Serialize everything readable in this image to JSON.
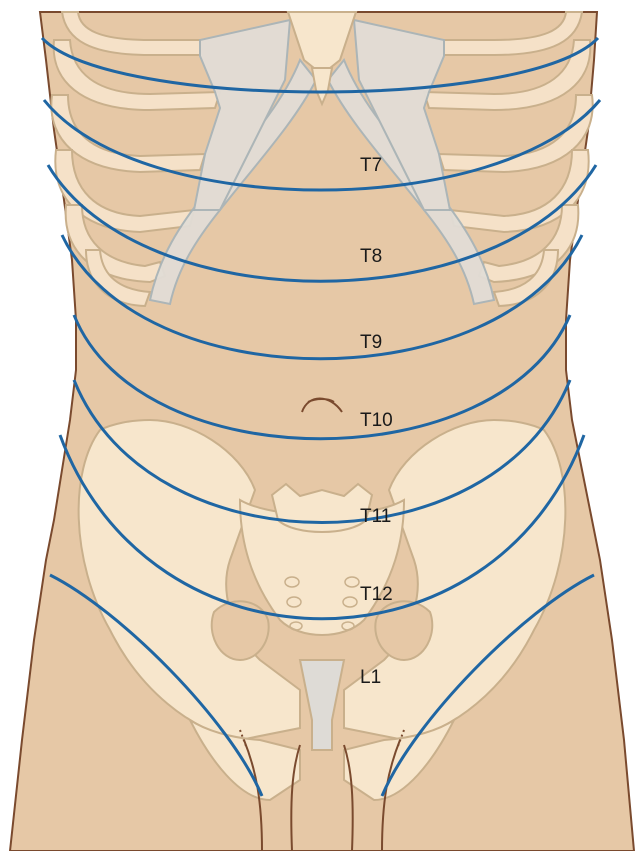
{
  "labels": {
    "t7": "T7",
    "t8": "T8",
    "t9": "T9",
    "t10": "T10",
    "t11": "T11",
    "t12": "T12",
    "l1": "L1"
  },
  "colors": {
    "skin": "#e6c8a6",
    "skin_outline": "#7a4a2e",
    "bone": "#f7e6cc",
    "bone_outline": "#c9b08c",
    "cartilage": "#e2ddd6",
    "dermatome_line": "#1f66a3"
  }
}
